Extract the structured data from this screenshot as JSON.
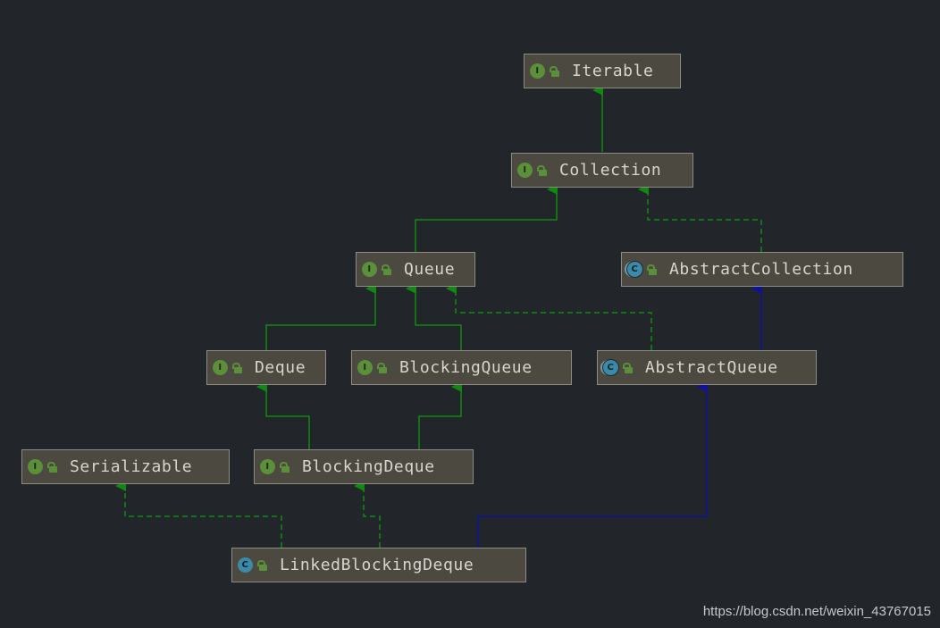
{
  "colors": {
    "background": "#22262b",
    "node_fill": "#4b4940",
    "node_border": "#8d8b84",
    "extends_edge": "#118811",
    "implements_edge": "#118811",
    "class_extends_edge": "#1010a0",
    "interface_badge": "#5b8f3a",
    "class_badge": "#3a8aa8"
  },
  "nodes": {
    "iterable": {
      "label": "Iterable",
      "kind": "interface",
      "badge": "I"
    },
    "collection": {
      "label": "Collection",
      "kind": "interface",
      "badge": "I"
    },
    "queue": {
      "label": "Queue",
      "kind": "interface",
      "badge": "I"
    },
    "abstract_collection": {
      "label": "AbstractCollection",
      "kind": "abstract-class",
      "badge": "C"
    },
    "deque": {
      "label": "Deque",
      "kind": "interface",
      "badge": "I"
    },
    "blocking_queue": {
      "label": "BlockingQueue",
      "kind": "interface",
      "badge": "I"
    },
    "abstract_queue": {
      "label": "AbstractQueue",
      "kind": "abstract-class",
      "badge": "C"
    },
    "serializable": {
      "label": "Serializable",
      "kind": "interface",
      "badge": "I"
    },
    "blocking_deque": {
      "label": "BlockingDeque",
      "kind": "interface",
      "badge": "I"
    },
    "linked_blocking_deque": {
      "label": "LinkedBlockingDeque",
      "kind": "class",
      "badge": "C"
    }
  },
  "edges": [
    {
      "from": "collection",
      "to": "iterable",
      "type": "extends-interface"
    },
    {
      "from": "queue",
      "to": "collection",
      "type": "extends-interface"
    },
    {
      "from": "abstract_collection",
      "to": "collection",
      "type": "implements"
    },
    {
      "from": "deque",
      "to": "queue",
      "type": "extends-interface"
    },
    {
      "from": "blocking_queue",
      "to": "queue",
      "type": "extends-interface"
    },
    {
      "from": "abstract_queue",
      "to": "queue",
      "type": "implements"
    },
    {
      "from": "abstract_queue",
      "to": "abstract_collection",
      "type": "extends-class"
    },
    {
      "from": "blocking_deque",
      "to": "deque",
      "type": "extends-interface"
    },
    {
      "from": "blocking_deque",
      "to": "blocking_queue",
      "type": "extends-interface"
    },
    {
      "from": "linked_blocking_deque",
      "to": "serializable",
      "type": "implements"
    },
    {
      "from": "linked_blocking_deque",
      "to": "blocking_deque",
      "type": "implements"
    },
    {
      "from": "linked_blocking_deque",
      "to": "abstract_queue",
      "type": "extends-class"
    }
  ],
  "watermark": "https://blog.csdn.net/weixin_43767015"
}
